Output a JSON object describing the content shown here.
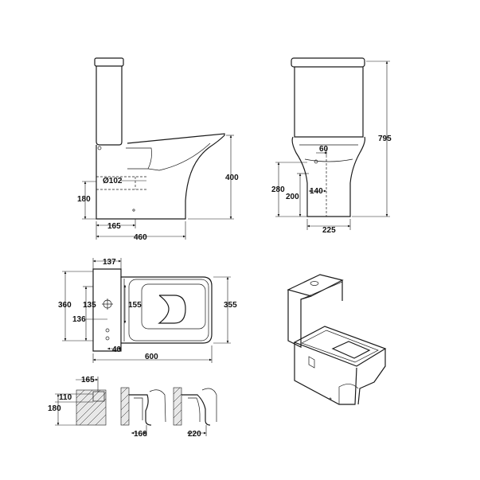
{
  "side_view": {
    "height_400": "400",
    "outlet_height_180": "180",
    "outlet_dia": "Ø102",
    "outlet_offset_165": "165",
    "depth_460": "460"
  },
  "front_view": {
    "height_795": "795",
    "inlet_60": "60",
    "height_280": "280",
    "height_200": "200",
    "width_140": "140",
    "width_225": "225"
  },
  "plan_view": {
    "top_137": "137",
    "width_360": "360",
    "width_135": "135",
    "width_136": "136",
    "width_155": "155",
    "width_355": "355",
    "offset_40": "40",
    "length_600": "600"
  },
  "connection_details": {
    "dim_165": "165",
    "dim_110": "110",
    "dim_180": "180",
    "dim_160": "160",
    "dim_220": "220"
  }
}
